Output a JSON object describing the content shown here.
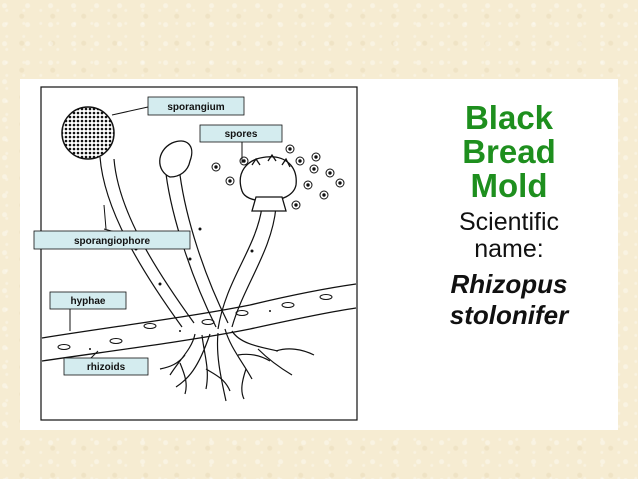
{
  "labels": {
    "sporangium": "sporangium",
    "spores": "spores",
    "sporangiophore": "sporangiophore",
    "hyphae": "hyphae",
    "rhizoids": "rhizoids"
  },
  "title": {
    "line1": "Black",
    "line2": "Bread",
    "line3": "Mold"
  },
  "scientific_label": {
    "line1": "Scientific",
    "line2": "name:"
  },
  "scientific_name": {
    "genus": "Rhizopus",
    "species": "stolonifer"
  },
  "colors": {
    "title_green": "#1e8f1e",
    "label_box_fill": "#d4ecef",
    "background": "#f6ecd2"
  }
}
